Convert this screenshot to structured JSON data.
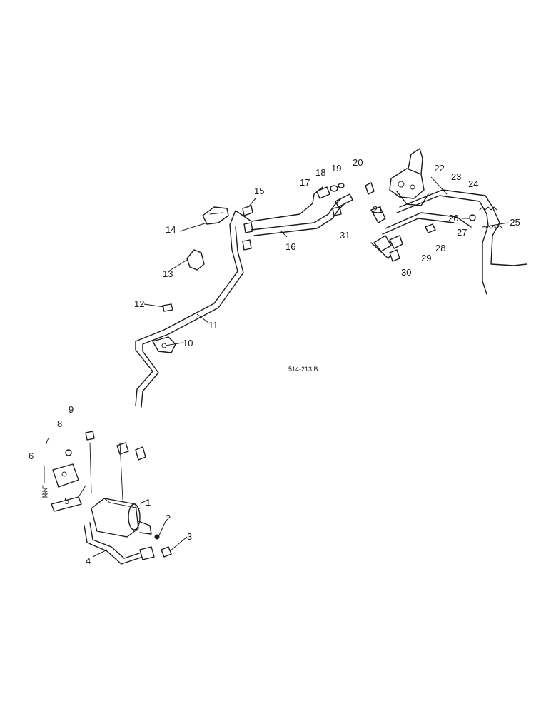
{
  "drawing_ref": "514-213 B",
  "callouts": [
    "1",
    "2",
    "3",
    "4",
    "5",
    "6",
    "7",
    "8",
    "9",
    "10",
    "11",
    "12",
    "13",
    "14",
    "15",
    "16",
    "17",
    "18",
    "19",
    "20",
    "21",
    "22",
    "23",
    "24",
    "25",
    "26",
    "27",
    "28",
    "29",
    "30",
    "31"
  ]
}
